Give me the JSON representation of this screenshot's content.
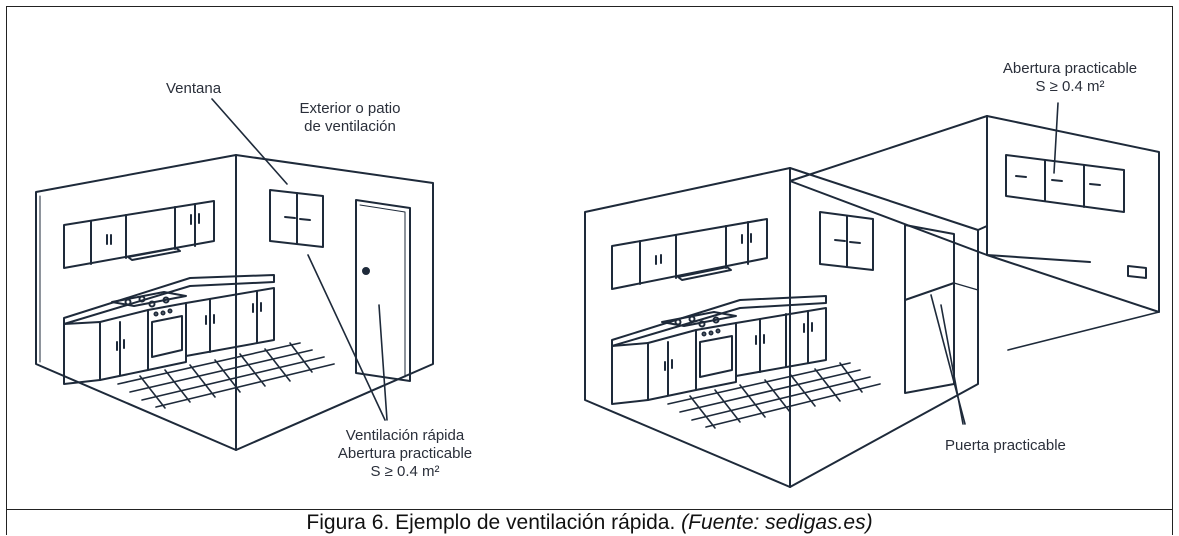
{
  "left_scene": {
    "labels": {
      "ventana": "Ventana",
      "exterior_line1": "Exterior o patio",
      "exterior_line2": "de ventilación",
      "ventilacion_line1": "Ventilación rápida",
      "ventilacion_line2": "Abertura practicable",
      "ventilacion_line3": "S ≥ 0.4 m²"
    }
  },
  "right_scene": {
    "labels": {
      "abertura_line1": "Abertura practicable",
      "abertura_line2": "S ≥ 0.4 m²",
      "puerta": "Puerta practicable"
    }
  },
  "caption": {
    "main": "Figura 6.  Ejemplo de ventilación rápida.",
    "source": "(Fuente: sedigas.es)"
  },
  "colors": {
    "line": "#1e2a3a",
    "text": "#2a2f3a"
  }
}
